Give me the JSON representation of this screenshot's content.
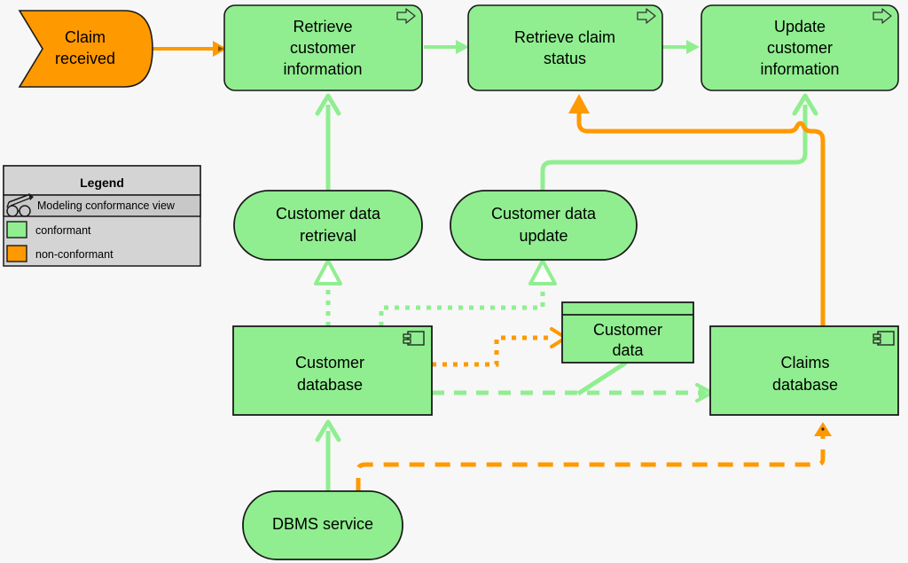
{
  "diagram": {
    "title": "Modeling conformance view",
    "background": "#f7f7f7",
    "colors": {
      "conformant_fill": "#90EE90",
      "conformant_line": "#90EE90",
      "non_conformant_fill": "#FF9900",
      "non_conformant_line": "#FF8C00",
      "stroke": "#1a1a1a",
      "legend_fill": "#d4d4d4"
    }
  },
  "legend": {
    "name": "Legend",
    "viewpoint_icon": "viewpoint-glasses-icon",
    "viewpoint_label": "Modeling conformance view",
    "entries": [
      {
        "swatch": "#90EE90",
        "label": "conformant"
      },
      {
        "swatch": "#FF9900",
        "label": "non-conformant"
      }
    ]
  },
  "nodes": {
    "claim_received": {
      "label_line1": "Claim",
      "label_line2": "received",
      "type": "business-event",
      "status": "non-conformant",
      "fill": "#FF9900"
    },
    "retrieve_customer_information": {
      "label_line1": "Retrieve",
      "label_line2": "customer",
      "label_line3": "information",
      "type": "business-process",
      "status": "conformant",
      "fill": "#90EE90",
      "icon": "process-arrow-icon"
    },
    "retrieve_claim_status": {
      "label_line1": "Retrieve claim",
      "label_line2": "status",
      "type": "business-process",
      "status": "conformant",
      "fill": "#90EE90",
      "icon": "process-arrow-icon"
    },
    "update_customer_information": {
      "label_line1": "Update",
      "label_line2": "customer",
      "label_line3": "information",
      "type": "business-process",
      "status": "conformant",
      "fill": "#90EE90",
      "icon": "process-arrow-icon"
    },
    "customer_data_retrieval": {
      "label_line1": "Customer data",
      "label_line2": "retrieval",
      "type": "application-service",
      "status": "conformant",
      "fill": "#90EE90"
    },
    "customer_data_update": {
      "label_line1": "Customer data",
      "label_line2": "update",
      "type": "application-service",
      "status": "conformant",
      "fill": "#90EE90"
    },
    "customer_database": {
      "label_line1": "Customer",
      "label_line2": "database",
      "type": "application-component",
      "status": "conformant",
      "fill": "#90EE90",
      "icon": "component-icon"
    },
    "customer_data": {
      "label_line1": "Customer",
      "label_line2": "data",
      "type": "data-object",
      "status": "conformant",
      "fill": "#90EE90"
    },
    "claims_database": {
      "label_line1": "Claims",
      "label_line2": "database",
      "type": "application-component",
      "status": "conformant",
      "fill": "#90EE90",
      "icon": "component-icon"
    },
    "dbms_service": {
      "label_line1": "DBMS service",
      "type": "technology-service",
      "status": "conformant",
      "fill": "#90EE90"
    }
  },
  "connections": [
    {
      "name": "claim-received-to-retrieve-customer-information",
      "from": "claim_received",
      "to": "retrieve_customer_information",
      "style": "solid",
      "arrow": "filled",
      "color": "#FF9900"
    },
    {
      "name": "retrieve-customer-information-to-retrieve-claim-status",
      "from": "retrieve_customer_information",
      "to": "retrieve_claim_status",
      "style": "solid",
      "arrow": "filled",
      "color": "#90EE90"
    },
    {
      "name": "retrieve-claim-status-to-update-customer-information",
      "from": "retrieve_claim_status",
      "to": "update_customer_information",
      "style": "solid",
      "arrow": "filled",
      "color": "#90EE90"
    },
    {
      "name": "customer-data-retrieval-serves-retrieve-customer-information",
      "from": "customer_data_retrieval",
      "to": "retrieve_customer_information",
      "style": "solid",
      "arrow": "open",
      "color": "#90EE90"
    },
    {
      "name": "customer-data-update-serves-update-customer-information",
      "from": "customer_data_update",
      "to": "update_customer_information",
      "style": "solid",
      "arrow": "open",
      "color": "#90EE90"
    },
    {
      "name": "claims-database-serves-retrieve-claim-status",
      "from": "claims_database",
      "to": "retrieve_claim_status",
      "style": "solid",
      "arrow": "filled",
      "color": "#FF9900"
    },
    {
      "name": "customer-database-realizes-customer-data-retrieval",
      "from": "customer_database",
      "to": "customer_data_retrieval",
      "style": "dotted",
      "arrow": "hollow-triangle",
      "color": "#90EE90"
    },
    {
      "name": "customer-database-realizes-customer-data-update",
      "from": "customer_database",
      "to": "customer_data_update",
      "style": "dotted",
      "arrow": "hollow-triangle",
      "color": "#90EE90"
    },
    {
      "name": "customer-database-accesses-customer-data",
      "from": "customer_database",
      "to": "customer_data",
      "style": "dotted",
      "arrow": "open",
      "color": "#FF9900"
    },
    {
      "name": "customer-database-to-claims-database",
      "from": "customer_database",
      "to": "claims_database",
      "style": "dashed",
      "arrow": "open",
      "color": "#90EE90"
    },
    {
      "name": "customer-data-association",
      "from": "customer_data",
      "to": "customer-database-to-claims-database",
      "style": "solid",
      "arrow": "none",
      "color": "#90EE90"
    },
    {
      "name": "dbms-service-serves-customer-database",
      "from": "dbms_service",
      "to": "customer_database",
      "style": "solid",
      "arrow": "open",
      "color": "#90EE90"
    },
    {
      "name": "dbms-service-serves-claims-database",
      "from": "dbms_service",
      "to": "claims_database",
      "style": "dashed",
      "arrow": "filled",
      "color": "#FF9900"
    }
  ]
}
